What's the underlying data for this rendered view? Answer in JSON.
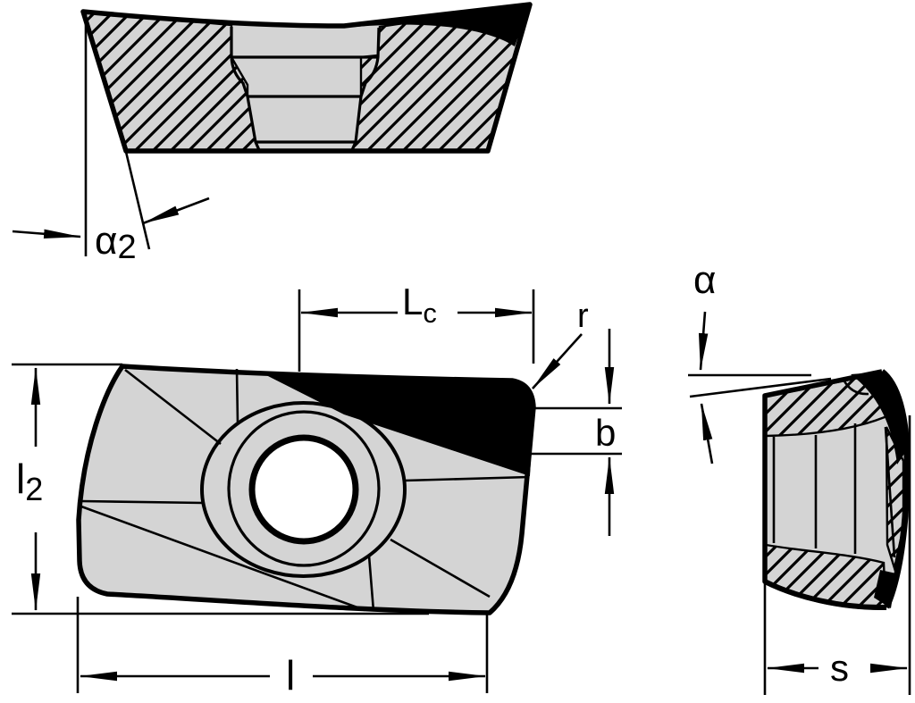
{
  "figure": {
    "background_color": "#ffffff",
    "line_color": "#000000",
    "body_fill_color": "#d4d4d4",
    "cutting_edge_color": "#000000"
  },
  "labels": {
    "alpha2": {
      "base": "α",
      "sub": "2"
    },
    "lc": {
      "base": "L",
      "sub": "c"
    },
    "r": "r",
    "b": "b",
    "l2": {
      "base": "l",
      "sub": "2"
    },
    "l": "l",
    "alpha": "α",
    "s": "s"
  }
}
